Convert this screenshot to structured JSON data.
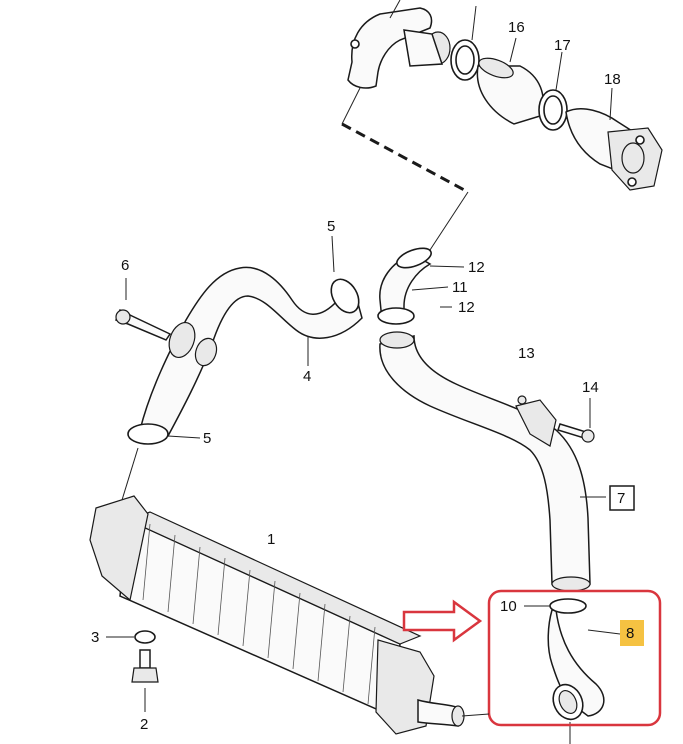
{
  "callouts": {
    "p1": "1",
    "p2": "2",
    "p3": "3",
    "p4": "4",
    "p5a": "5",
    "p5b": "5",
    "p6": "6",
    "p7": "7",
    "p8": "8",
    "p10": "10",
    "p11": "11",
    "p12a": "12",
    "p12b": "12",
    "p13": "13",
    "p14": "14",
    "p16": "16",
    "p17": "17",
    "p18": "18"
  },
  "colors": {
    "highlight_box": "#d9363e",
    "arrow": "#d9363e",
    "badge_fill": "#f5c242",
    "line": "#1a1a1a"
  }
}
